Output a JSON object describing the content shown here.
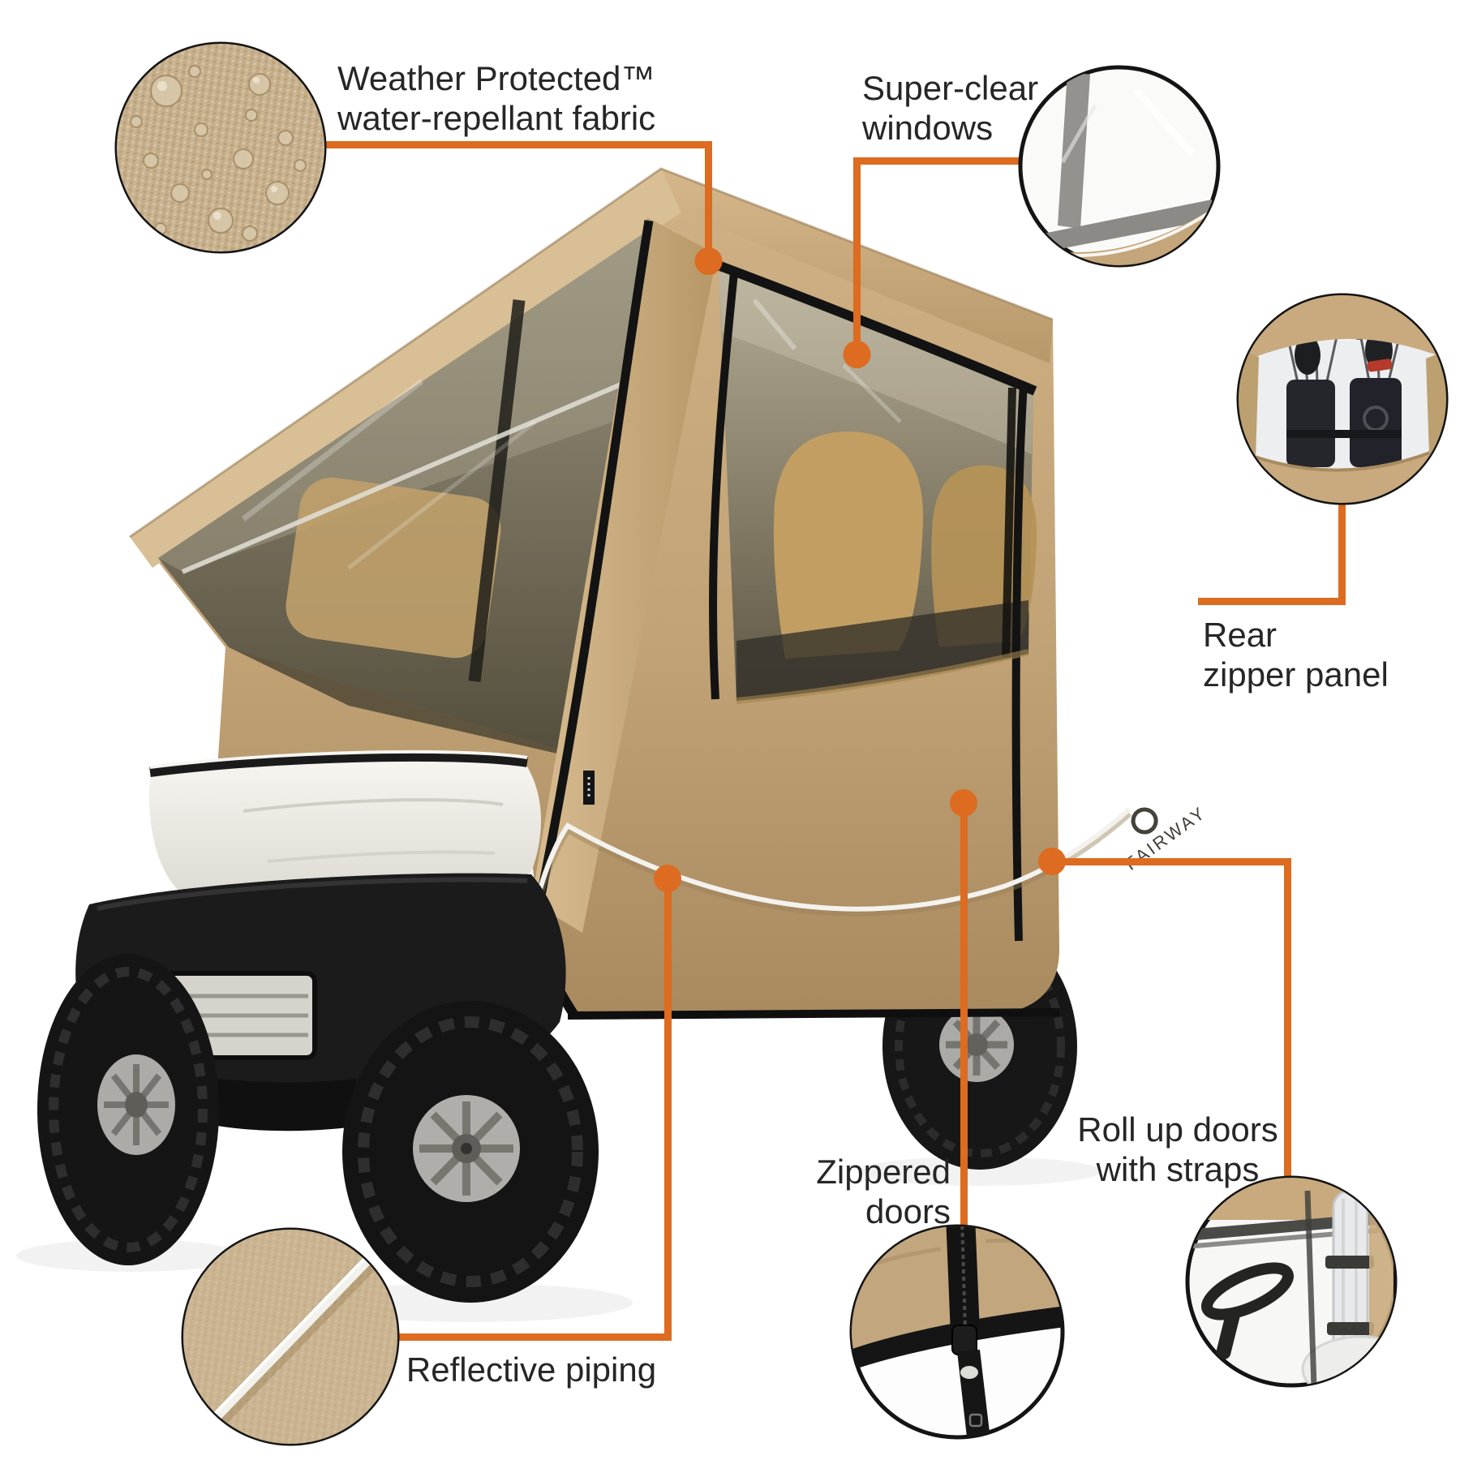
{
  "page": {
    "background": "#ffffff",
    "type": "product-feature-infographic"
  },
  "colors": {
    "accent_orange": "#DD6B20",
    "cover_tan": "#C2A376",
    "roof_tan_light": "#D2B285",
    "skirt_tan_dark": "#AE8F64",
    "label_text": "#262626",
    "inset_border": "#141414",
    "reflective_piping_white": "#F3F2EE",
    "cart_body_white": "#F2F0EA",
    "tire_black": "#171717"
  },
  "brand": {
    "cover_logo": "FAIRWAY"
  },
  "callouts": {
    "weather_fabric": {
      "line1": "Weather Protected™",
      "line2": "water-repellant fabric",
      "inset": "fabric-with-water-droplets"
    },
    "super_clear_windows": {
      "line1": "Super-clear",
      "line2": "windows",
      "inset": "clear-window-closeup"
    },
    "rear_zipper_panel": {
      "line1": "Rear",
      "line2": "zipper panel",
      "inset": "rear-panel-golf-bags"
    },
    "roll_up_doors": {
      "line1": "Roll up doors",
      "line2": "with straps",
      "inset": "rolled-door-with-straps"
    },
    "zippered_doors": {
      "line1": "Zippered",
      "line2": "doors",
      "inset": "zipper-closeup"
    },
    "reflective_piping": {
      "line1": "Reflective piping",
      "inset": "piping-closeup"
    }
  }
}
